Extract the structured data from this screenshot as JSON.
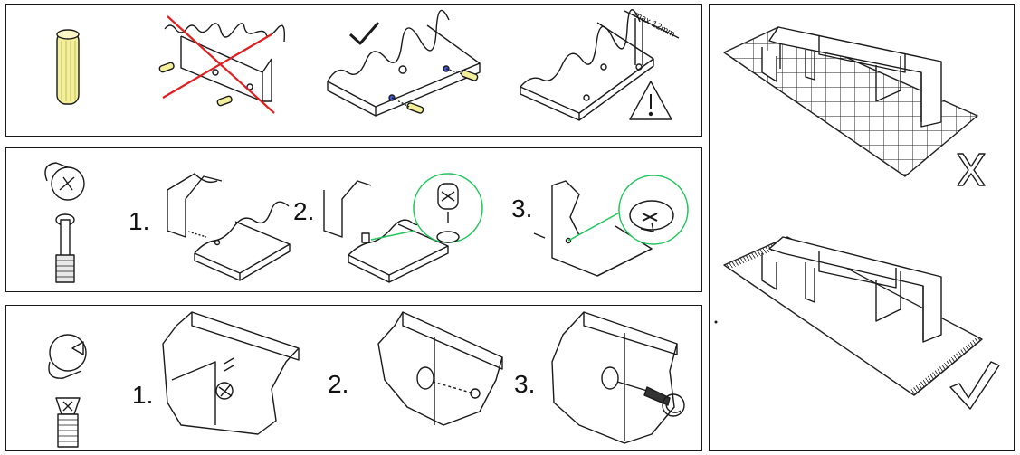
{
  "colors": {
    "line": "#1a1a1a",
    "cross": "#e02020",
    "highlight": "#22c55e",
    "dowel": "#f4ef9a",
    "screw_blue": "#3b5bdb"
  },
  "row1": {
    "max_label": "max 12mm"
  },
  "row2": {
    "steps": [
      "1.",
      "2.",
      "3."
    ]
  },
  "row3": {
    "steps": [
      "1.",
      "2.",
      "3."
    ]
  },
  "icons": [
    "dowel-icon",
    "cam-lock-icon",
    "cam-bolt-icon",
    "cam-fitting-icon",
    "connector-screw-icon",
    "warning-icon",
    "check-mark-icon",
    "cross-mark-icon"
  ]
}
